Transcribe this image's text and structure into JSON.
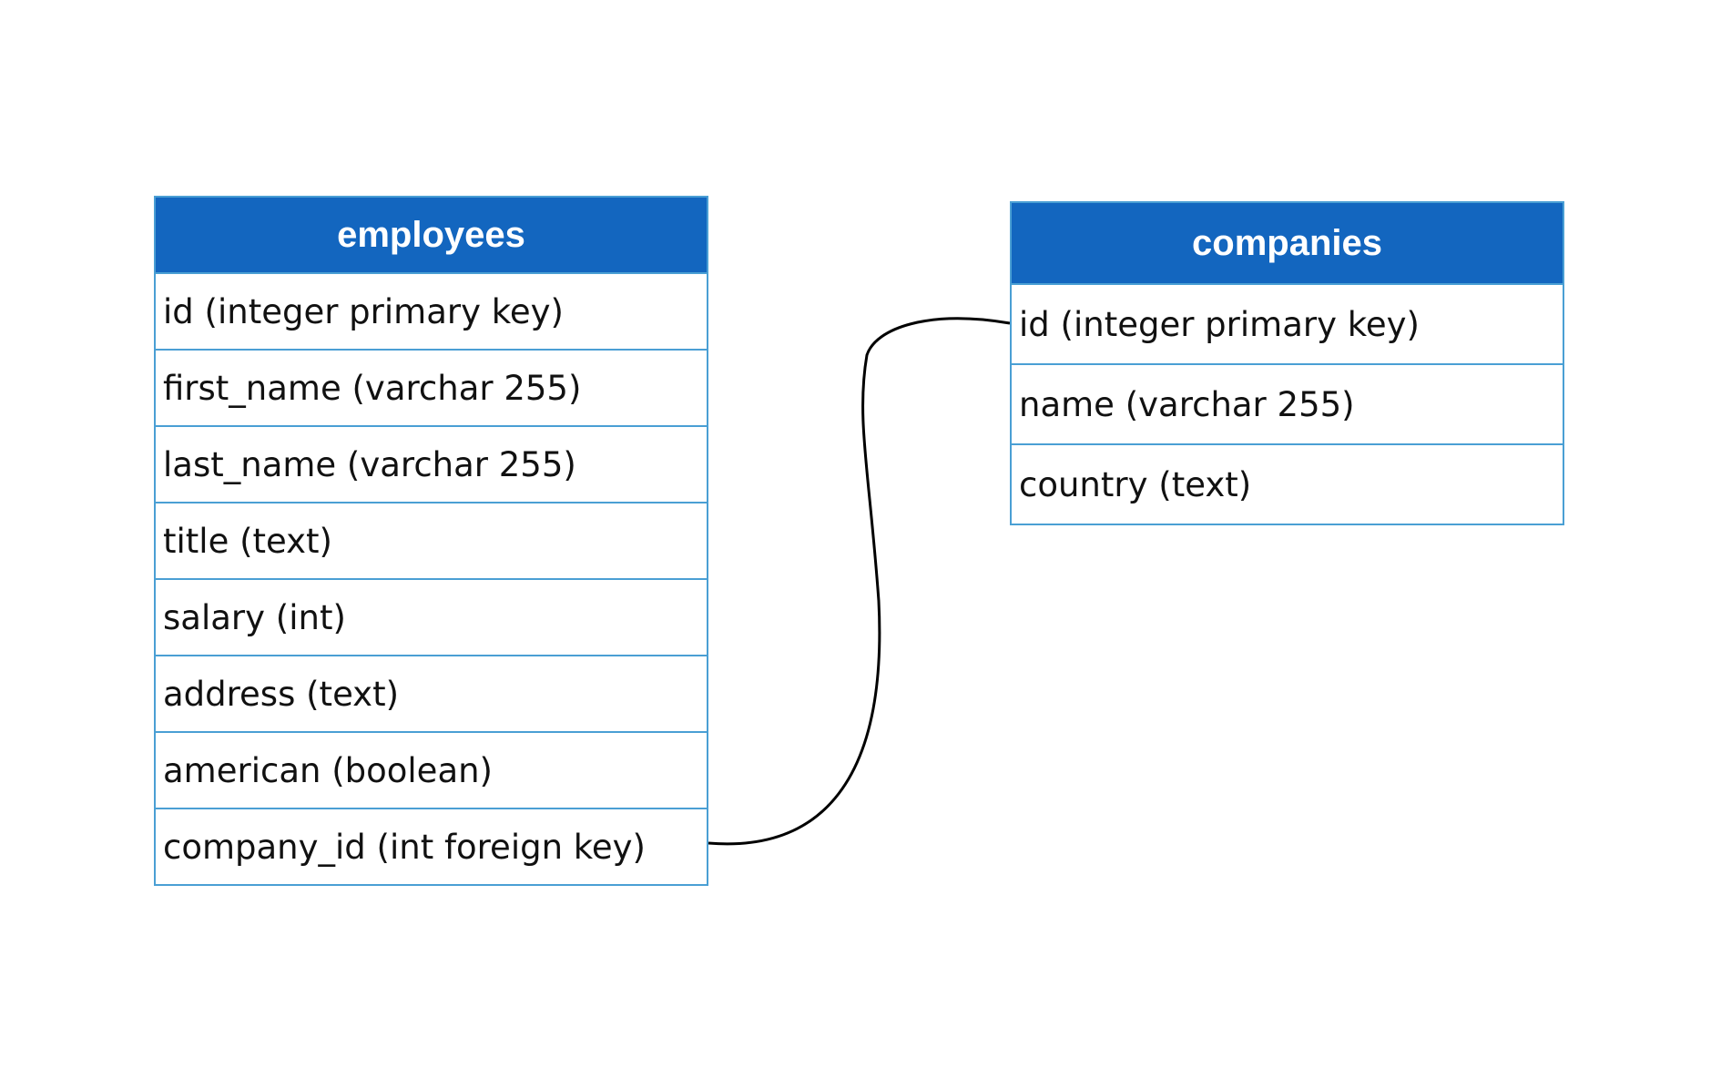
{
  "tables": {
    "employees": {
      "name": "employees",
      "fields": [
        "id (integer primary key)",
        "first_name (varchar 255)",
        "last_name (varchar 255)",
        "title (text)",
        "salary (int)",
        "address (text)",
        "american (boolean)",
        "company_id (int foreign key)"
      ]
    },
    "companies": {
      "name": "companies",
      "fields": [
        "id (integer primary key)",
        "name (varchar 255)",
        "country (text)"
      ]
    }
  },
  "colors": {
    "header_bg": "#1366bf",
    "border": "#4a9fd4",
    "connector": "#000000"
  }
}
